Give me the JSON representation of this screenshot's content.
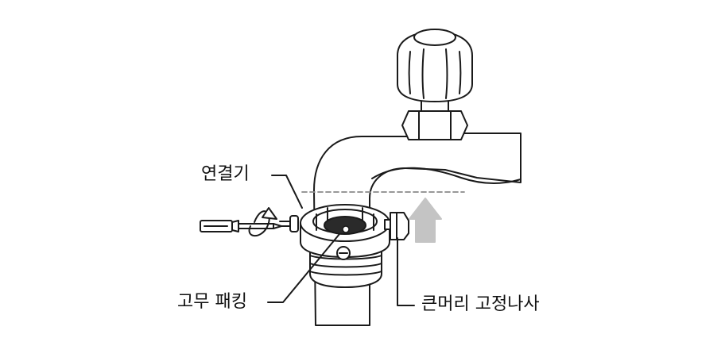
{
  "labels": {
    "connector": "연결기",
    "rubber_packing": "고무 패킹",
    "large_head_screw": "큰머리 고정나사"
  },
  "colors": {
    "line": "#1a1a1a",
    "fill": "#ffffff",
    "arrow": "#c4c4c4",
    "guide_dash": "#8a8a8a",
    "packing": "#2a2a2a"
  },
  "icons": {
    "faucet": "faucet",
    "connector": "faucet-connector",
    "screwdriver": "screwdriver-icon",
    "rotation": "rotation-arrow-icon",
    "direction": "up-arrow-icon"
  }
}
